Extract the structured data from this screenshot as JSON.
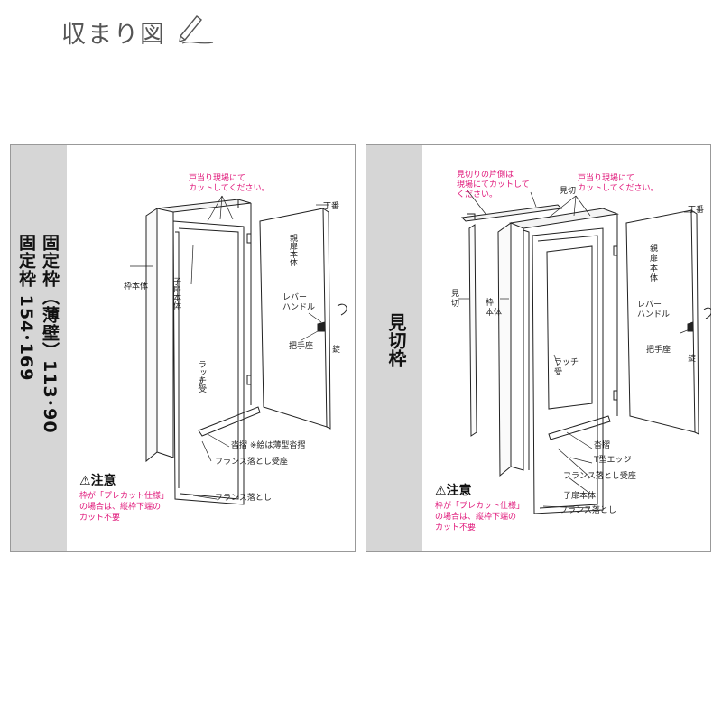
{
  "title": "収まり図",
  "left": {
    "sidebar": {
      "line1": "固定枠（薄壁）113･90",
      "line2": "固定枠 154･169"
    },
    "labels": {
      "cut_note": "戸当り現場にて\nカットしてください。",
      "hinge": "丁番",
      "parent_leaf": "親扉本体",
      "frame_body": "枠本体",
      "child_leaf": "子扉本体",
      "lever_handle": "レバー\nハンドル",
      "handle_seat": "把手座",
      "lock": "錠",
      "latch": "ラッチ受",
      "sill": "沓摺 ※絵は薄型沓摺",
      "flush_bolt_seat": "フランス落とし受座",
      "flush_bolt": "フランス落とし"
    },
    "caution": {
      "title": "注意",
      "text": "枠が「プレカット仕様」\nの場合は、縦枠下端の\nカット不要"
    }
  },
  "right": {
    "sidebar": {
      "line1": "見切枠"
    },
    "labels": {
      "mikiri_note": "見切りの片側は\n現場にてカットして\nください。",
      "mikiri": "見切",
      "cut_note": "戸当り現場にて\nカットしてください。",
      "hinge": "丁番",
      "mikiri_side": "見\n切",
      "frame_body": "枠\n本体",
      "parent_leaf": "親\n扉\n本\n体",
      "lever_handle": "レバー\nハンドル",
      "handle_seat": "把手座",
      "lock": "錠",
      "latch": "ラッチ\n受",
      "sill": "沓摺",
      "t_edge": "T型エッジ",
      "flush_bolt_seat": "フランス落とし受座",
      "child_leaf": "子扉本体",
      "flush_bolt": "フランス落とし"
    },
    "caution": {
      "title": "注意",
      "text": "枠が「プレカット仕様」\nの場合は、縦枠下端の\nカット不要"
    }
  },
  "colors": {
    "accent": "#e0187a",
    "sidebar": "#d6d6d6",
    "line": "#222222"
  }
}
